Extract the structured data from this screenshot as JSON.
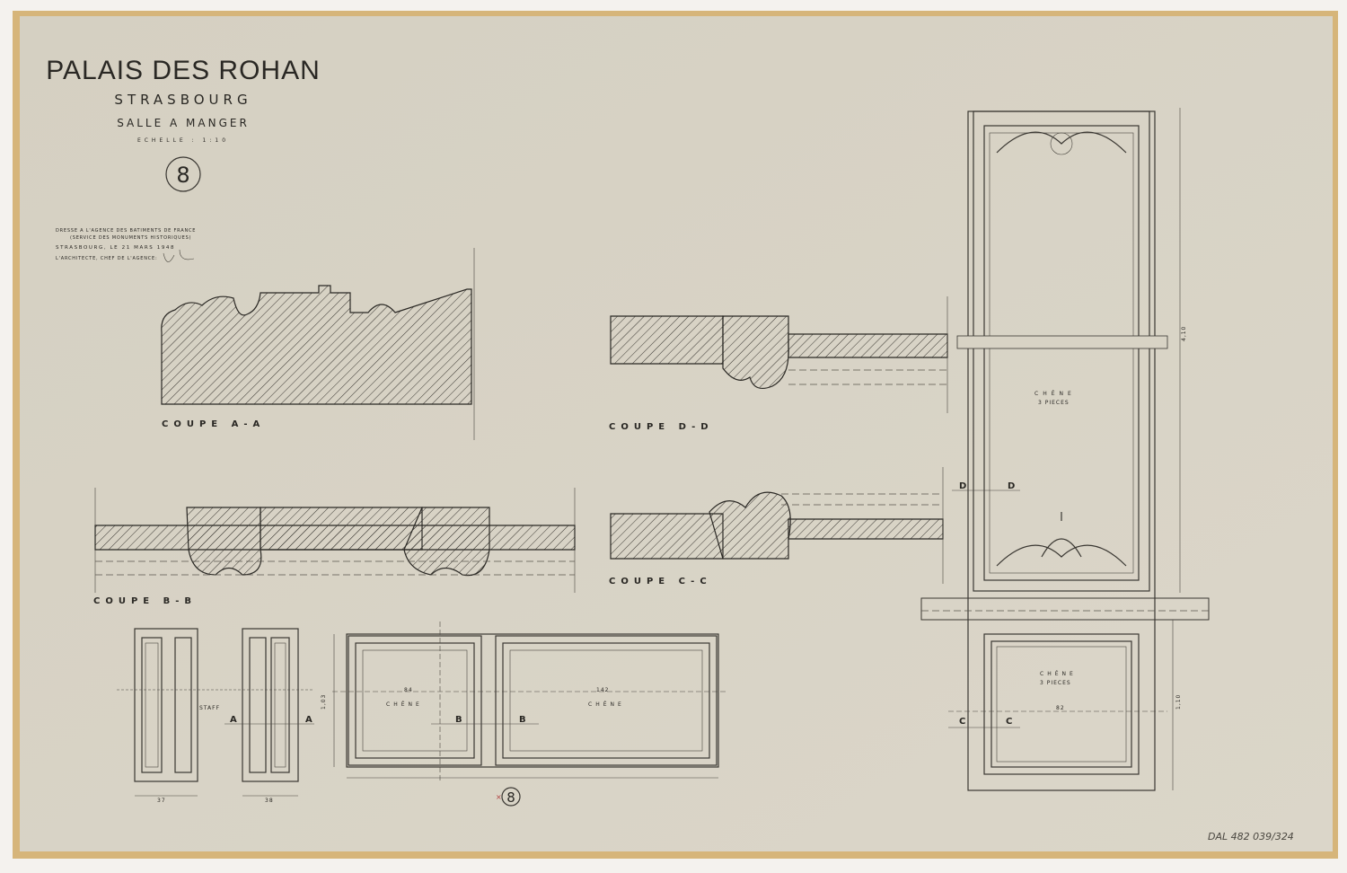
{
  "title": {
    "main": "PALAIS DES ROHAN",
    "city": "STRASBOURG",
    "room": "SALLE A MANGER",
    "scale": "ECHELLE : 1:10",
    "sheet_number": "8"
  },
  "credits": {
    "line1": "DRESSE A L'AGENCE DES BATIMENTS DE FRANCE",
    "line2": "(SERVICE DES MONUMENTS HISTORIQUES)",
    "line3": "STRASBOURG, LE 21 MARS 1948",
    "line4": "L'ARCHITECTE, CHEF DE L'AGENCE:"
  },
  "sections": {
    "aa": "COUPE A-A",
    "dd": "COUPE D-D",
    "bb": "COUPE B-B",
    "cc": "COUPE C-C"
  },
  "elevation": {
    "material_upper": "CHÊNE",
    "pieces_upper": "3 PIECES",
    "material_lower": "CHÊNE",
    "pieces_lower": "3 PIECES",
    "dim_height": "4,10",
    "dim_lower": "1,10",
    "dim_width": "82",
    "marker_d": "D",
    "marker_c": "C"
  },
  "panels": {
    "staff": "STAFF",
    "material_left": "CHÊNE",
    "material_right": "CHÊNE",
    "dim_left": "84",
    "dim_right": "142",
    "dim_height": "1,03",
    "dim_small1": "37",
    "dim_small2": "38",
    "marker_a": "A",
    "marker_b": "B"
  },
  "footer": {
    "sheet_mark": "8",
    "archive_ref": "DAL 482 039/324"
  },
  "colors": {
    "paper": "#d8d3c5",
    "frame": "#d8b77a",
    "ink": "#2a2824"
  }
}
